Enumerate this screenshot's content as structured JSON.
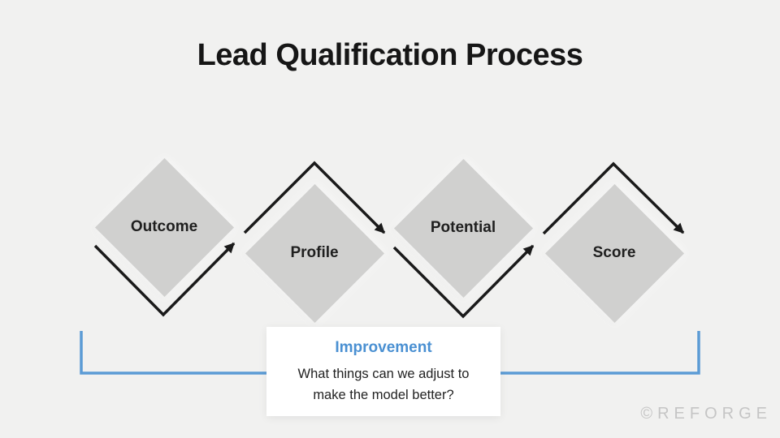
{
  "title": "Lead Qualification Process",
  "diagram": {
    "nodes": [
      {
        "label": "Outcome"
      },
      {
        "label": "Profile"
      },
      {
        "label": "Potential"
      },
      {
        "label": "Score"
      }
    ],
    "callout": {
      "title": "Improvement",
      "line1": "What things can we adjust to",
      "line2": "make the model better?"
    }
  },
  "watermark": "©REFORGE",
  "colors": {
    "background": "#f1f1f0",
    "diamond_gray": "#d0d0cf",
    "arrow_black": "#1a1a1a",
    "accent_blue": "#4a90d2",
    "bracket_blue": "#5b9bd5",
    "watermark_gray": "#c5c5c5"
  }
}
